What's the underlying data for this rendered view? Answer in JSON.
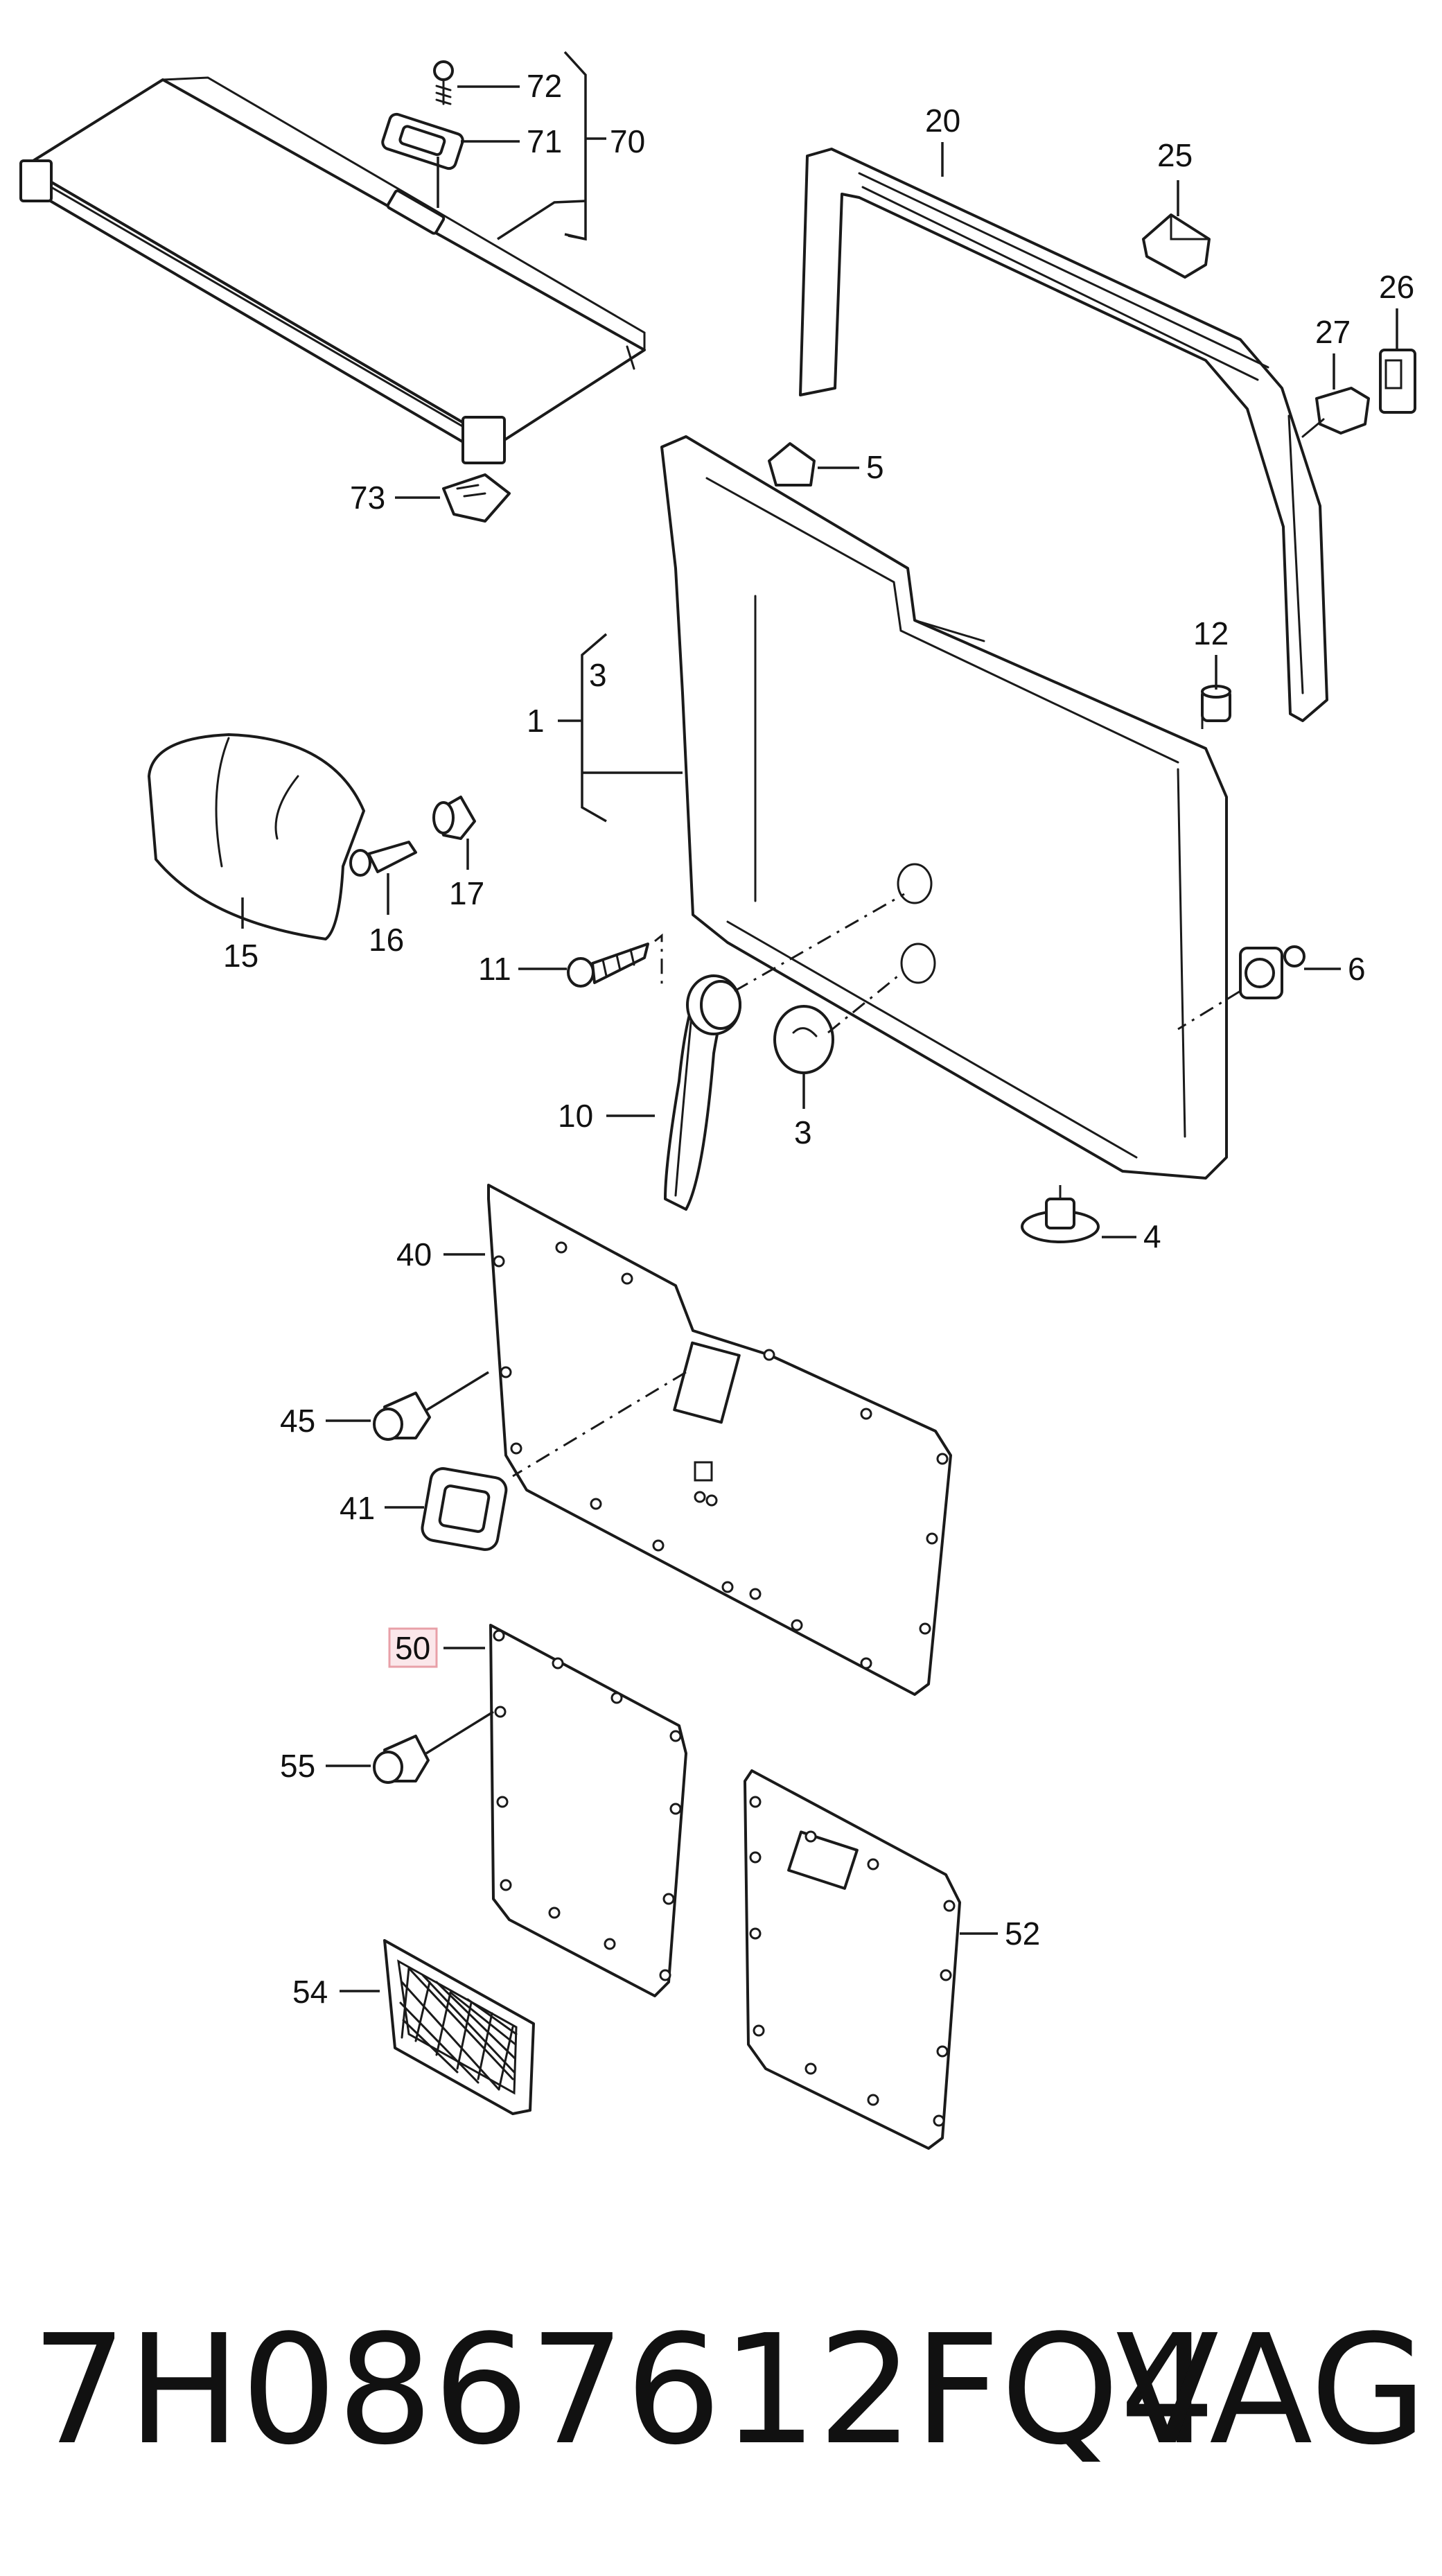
{
  "diagram": {
    "callouts": {
      "c72": "72",
      "c71": "71",
      "c70": "70",
      "c73": "73",
      "c20": "20",
      "c25": "25",
      "c26": "26",
      "c27": "27",
      "c5": "5",
      "c1": "1",
      "c3a": "3",
      "c12": "12",
      "c15": "15",
      "c16": "16",
      "c17": "17",
      "c11": "11",
      "c6": "6",
      "c10": "10",
      "c3b": "3",
      "c4": "4",
      "c40": "40",
      "c45": "45",
      "c41": "41",
      "c50": "50",
      "c55": "55",
      "c54": "54",
      "c52": "52"
    },
    "highlight_color": "#e8a0a8"
  },
  "footer": {
    "part_number": "7H0867612FQ4",
    "brand": "VAG"
  }
}
